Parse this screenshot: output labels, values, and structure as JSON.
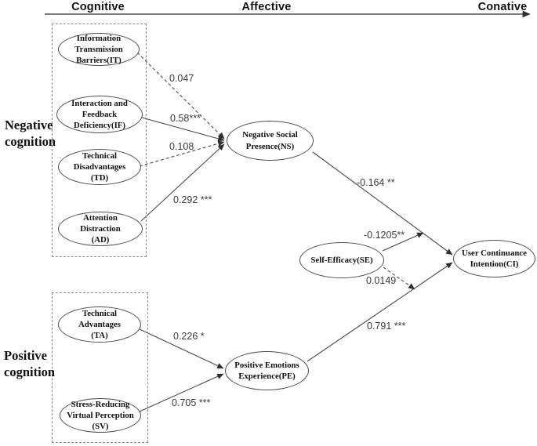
{
  "header": {
    "stages": [
      {
        "id": "cognitive",
        "label": "Cognitive"
      },
      {
        "id": "affective",
        "label": "Affective"
      },
      {
        "id": "conative",
        "label": "Conative"
      }
    ]
  },
  "groups": {
    "negative": {
      "label": "Negative\ncognition"
    },
    "positive": {
      "label": "Positive\ncognition"
    }
  },
  "nodes": {
    "it": {
      "label": "Information\nTransmission\nBarriers(IT)"
    },
    "if": {
      "label": "Interaction and\nFeedback\nDeficiency(IF)"
    },
    "td": {
      "label": "Technical\nDisadvantages\n(TD)"
    },
    "ad": {
      "label": "Attention\nDistraction\n(AD)"
    },
    "ns": {
      "label": "Negative Social\nPresence(NS)"
    },
    "se": {
      "label": "Self-Efficacy(SE)"
    },
    "ci": {
      "label": "User Continuance\nIntention(CI)"
    },
    "pe": {
      "label": "Positive Emotions\nExperience(PE)"
    },
    "ta": {
      "label": "Technical\nAdvantages\n(TA)"
    },
    "sv": {
      "label": "Stress-Reducing\nVirtual Perception\n(SV)"
    }
  },
  "paths": [
    {
      "from": "IT",
      "to": "NS",
      "coefficient": "0.047",
      "line": "dashed"
    },
    {
      "from": "IF",
      "to": "NS",
      "coefficient": "0.58***",
      "line": "solid"
    },
    {
      "from": "TD",
      "to": "NS",
      "coefficient": "0.108",
      "line": "dashed"
    },
    {
      "from": "AD",
      "to": "NS",
      "coefficient": "0.292 ***",
      "line": "solid"
    },
    {
      "from": "NS",
      "to": "CI",
      "coefficient": "-0.164 **",
      "line": "solid"
    },
    {
      "from": "SE",
      "to": "NS-CI",
      "coefficient": "-0.1205**",
      "line": "solid"
    },
    {
      "from": "SE",
      "to": "PE-CI",
      "coefficient": "0.0149",
      "line": "dashed"
    },
    {
      "from": "PE",
      "to": "CI",
      "coefficient": "0.791 ***",
      "line": "solid"
    },
    {
      "from": "TA",
      "to": "PE",
      "coefficient": "0.226 *",
      "line": "solid"
    },
    {
      "from": "SV",
      "to": "PE",
      "coefficient": "0.705 ***",
      "line": "solid"
    }
  ],
  "colors": {
    "line": "#3f3f3f",
    "node_border": "#4d4d4d",
    "coefficient_text": "#3a3a3a",
    "label_text": "#111111"
  }
}
